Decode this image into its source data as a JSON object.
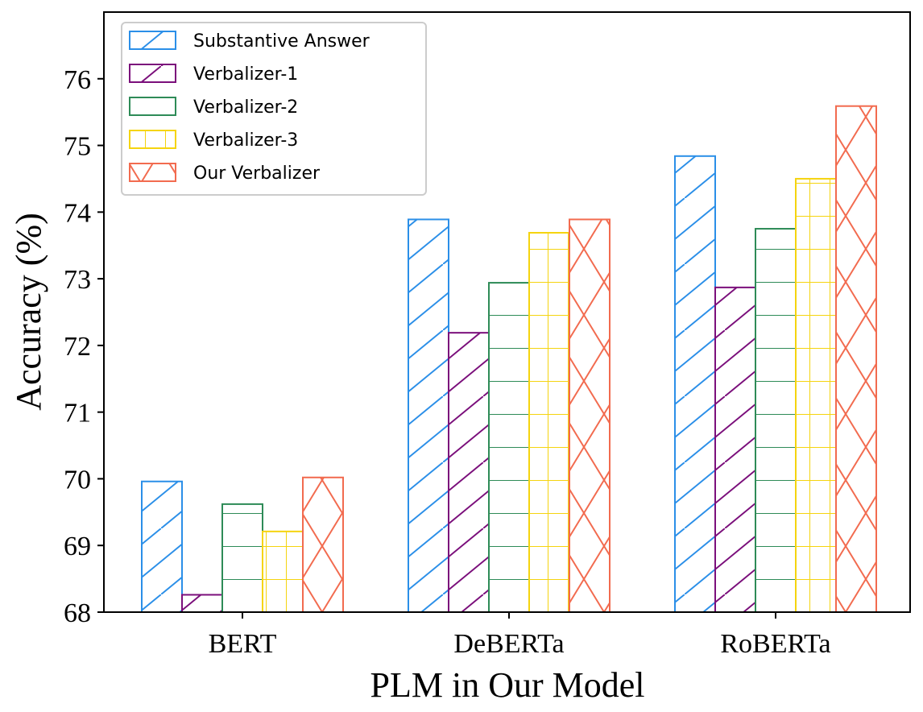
{
  "chart_data": {
    "type": "bar",
    "xlabel": "PLM in Our Model",
    "ylabel": "Accuracy (%)",
    "ylim": [
      68,
      77
    ],
    "yticks": [
      68,
      69,
      70,
      71,
      72,
      73,
      74,
      75,
      76
    ],
    "categories": [
      "BERT",
      "DeBERTa",
      "RoBERTa"
    ],
    "legend_position": "top-left",
    "series": [
      {
        "name": "Substantive Answer",
        "color": "#2b8fe8",
        "hatch": "diagonal",
        "values": [
          69.96,
          73.89,
          74.84
        ]
      },
      {
        "name": "Verbalizer-1",
        "color": "#7b0f7b",
        "hatch": "diagonal",
        "values": [
          68.26,
          72.19,
          72.87
        ]
      },
      {
        "name": "Verbalizer-2",
        "color": "#2e8b57",
        "hatch": "horizontal",
        "values": [
          69.62,
          72.94,
          73.75
        ]
      },
      {
        "name": "Verbalizer-3",
        "color": "#f5d40f",
        "hatch": "grid",
        "values": [
          69.21,
          73.69,
          74.5
        ]
      },
      {
        "name": "Our Verbalizer",
        "color": "#f26b4f",
        "hatch": "crosshatch",
        "values": [
          70.02,
          73.89,
          75.59
        ]
      }
    ]
  }
}
